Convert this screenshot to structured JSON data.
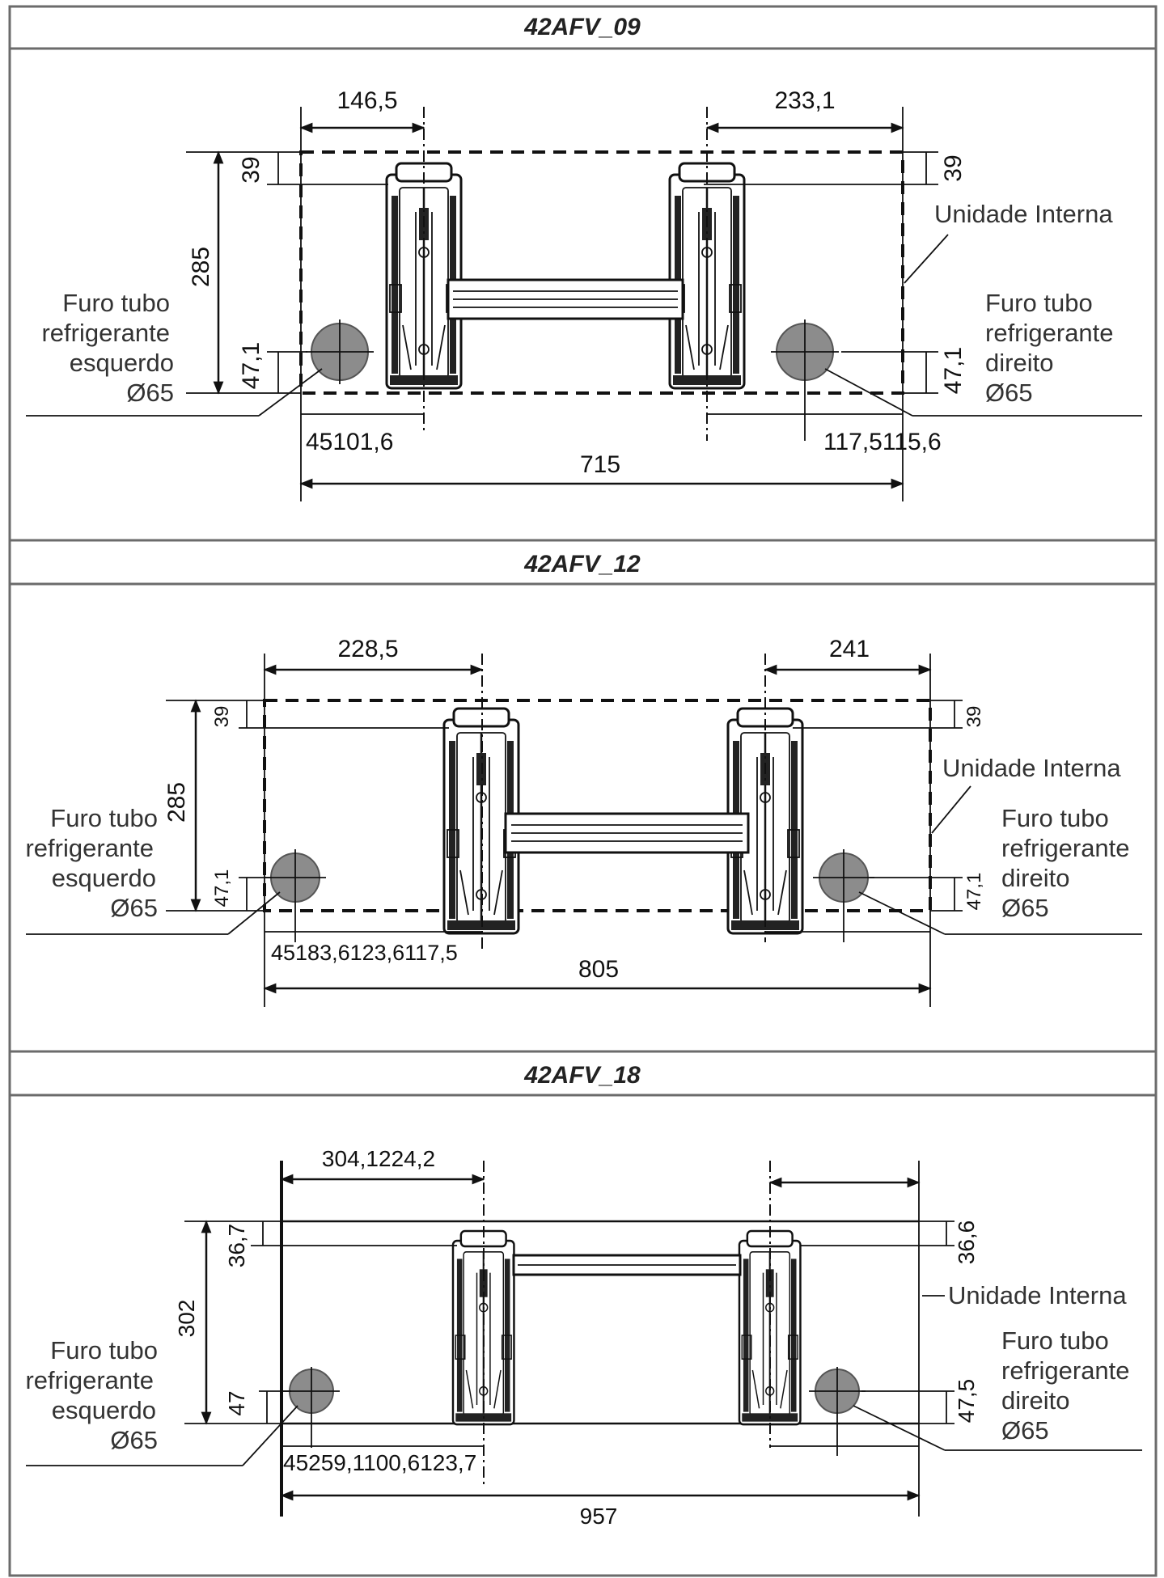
{
  "panels": [
    {
      "title": "42AFV_09",
      "dims": {
        "left_top": "146,5",
        "right_top": "233,1",
        "left_v1": "39",
        "left_v2": "285",
        "left_v3": "47,1",
        "right_v1": "39",
        "right_v2": "47,1",
        "bottom_left": "45101,6",
        "bottom_right": "117,5115,6",
        "overall": "715"
      },
      "unit_label": "Unidade Interna",
      "left_hole": [
        "Furo tubo",
        "refrigerante",
        "esquerdo",
        "Ø65"
      ],
      "right_hole": [
        "Furo tubo",
        "refrigerante",
        "direito",
        "Ø65"
      ]
    },
    {
      "title": "42AFV_12",
      "dims": {
        "left_top": "228,5",
        "right_top": "241",
        "left_v1": "39",
        "left_v2": "285",
        "left_v3": "47,1",
        "right_v1": "39",
        "right_v2": "47,1",
        "bottom_left": "45183,6123,6117,5",
        "bottom_right": "",
        "overall": "805"
      },
      "unit_label": "Unidade Interna",
      "left_hole": [
        "Furo tubo",
        "refrigerante",
        "esquerdo",
        "Ø65"
      ],
      "right_hole": [
        "Furo tubo",
        "refrigerante",
        "direito",
        "Ø65"
      ]
    },
    {
      "title": "42AFV_18",
      "dims": {
        "left_top": "304,1224,2",
        "right_top": "",
        "left_v1": "36,7",
        "left_v2": "302",
        "left_v3": "47",
        "right_v1": "36,6",
        "right_v2": "47,5",
        "bottom_left": "45259,1100,6123,7",
        "bottom_right": "",
        "overall": "957"
      },
      "unit_label": "Unidade Interna",
      "left_hole": [
        "Furo tubo",
        "refrigerante",
        "esquerdo",
        "Ø65"
      ],
      "right_hole": [
        "Furo tubo",
        "refrigerante",
        "direito",
        "Ø65"
      ]
    }
  ]
}
